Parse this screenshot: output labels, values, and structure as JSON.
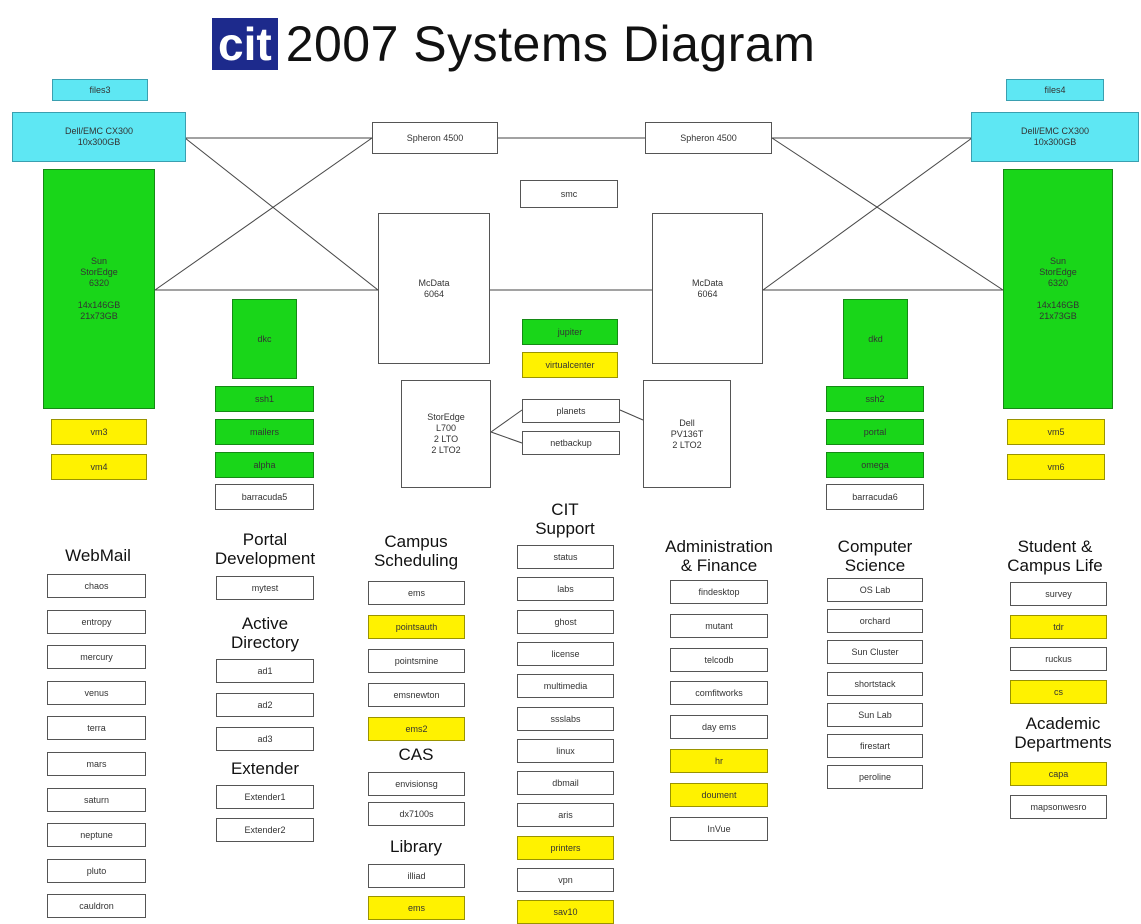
{
  "title": {
    "logo": "cit",
    "text": "2007 Systems Diagram"
  },
  "infrastructure": {
    "tag_left": "files3",
    "tag_right": "files4",
    "cx_left": "Dell/EMC CX300\n10x300GB",
    "cx_right": "Dell/EMC CX300\n10x300GB",
    "spheron_left": "Spheron 4500",
    "spheron_right": "Spheron 4500",
    "smc": "smc",
    "sun_left": "Sun\nStorEdge\n6320\n\n14x146GB\n21x73GB",
    "sun_right": "Sun\nStorEdge\n6320\n\n14x146GB\n21x73GB",
    "mcdata_left": "McData\n6064",
    "mcdata_right": "McData\n6064",
    "dkc_left": "dkc",
    "dkd_right": "dkd",
    "jupiter": "jupiter",
    "virtualcenter": "virtualcenter",
    "storedge_l700": "StorEdge\nL700\n2 LTO\n2 LTO2",
    "planets": "planets",
    "netbackup": "netbackup",
    "dell_pv": "Dell\nPV136T\n2 LTO2",
    "vm_left": [
      "vm3",
      "vm4"
    ],
    "vm_right": [
      "vm5",
      "vm6"
    ],
    "green_left": [
      "ssh1",
      "mailers",
      "alpha"
    ],
    "green_right": [
      "ssh2",
      "portal",
      "omega"
    ],
    "barracuda_left": "barracuda5",
    "barracuda_right": "barracuda6"
  },
  "groups": {
    "webmail": {
      "header": "WebMail",
      "items": [
        "chaos",
        "entropy",
        "mercury",
        "venus",
        "terra",
        "mars",
        "saturn",
        "neptune",
        "pluto",
        "cauldron"
      ]
    },
    "portal": {
      "header": "Portal\nDevelopment",
      "items": [
        "mytest"
      ]
    },
    "ad": {
      "header": "Active\nDirectory",
      "items": [
        "ad1",
        "ad2",
        "ad3"
      ]
    },
    "extender": {
      "header": "Extender",
      "items": [
        "Extender1",
        "Extender2"
      ]
    },
    "scheduling": {
      "header": "Campus\nScheduling",
      "items": [
        "ems",
        "pointsauth",
        "pointsmine",
        "emsnewton",
        "ems2"
      ]
    },
    "cas": {
      "header": "CAS",
      "items": [
        "envisionsg",
        "dx7100s"
      ]
    },
    "library": {
      "header": "Library",
      "items": [
        "illiad",
        "ems"
      ]
    },
    "support": {
      "header": "CIT\nSupport",
      "items": [
        "status",
        "labs",
        "ghost",
        "license",
        "multimedia",
        "ssslabs",
        "linux",
        "dbmail",
        "aris",
        "printers",
        "vpn",
        "sav10"
      ]
    },
    "admin": {
      "header": "Administration\n& Finance",
      "items": [
        "findesktop",
        "mutant",
        "telcodb",
        "comfitworks",
        "day ems",
        "hr",
        "doument",
        "InVue"
      ]
    },
    "cs": {
      "header": "Computer\nScience",
      "items": [
        "OS Lab",
        "orchard",
        "Sun Cluster",
        "shortstack",
        "Sun Lab",
        "firestart",
        "peroline"
      ]
    },
    "student": {
      "header": "Student &\nCampus Life",
      "items": [
        "survey",
        "tdr",
        "ruckus",
        "cs"
      ]
    },
    "academic": {
      "header": "Academic\nDepartments",
      "items": [
        "capa",
        "mapsonwesro"
      ]
    }
  },
  "colors": {
    "cyan": "#5ee7f3",
    "green": "#19d619",
    "yellow": "#fff200",
    "logo": "#1d2a8c"
  }
}
